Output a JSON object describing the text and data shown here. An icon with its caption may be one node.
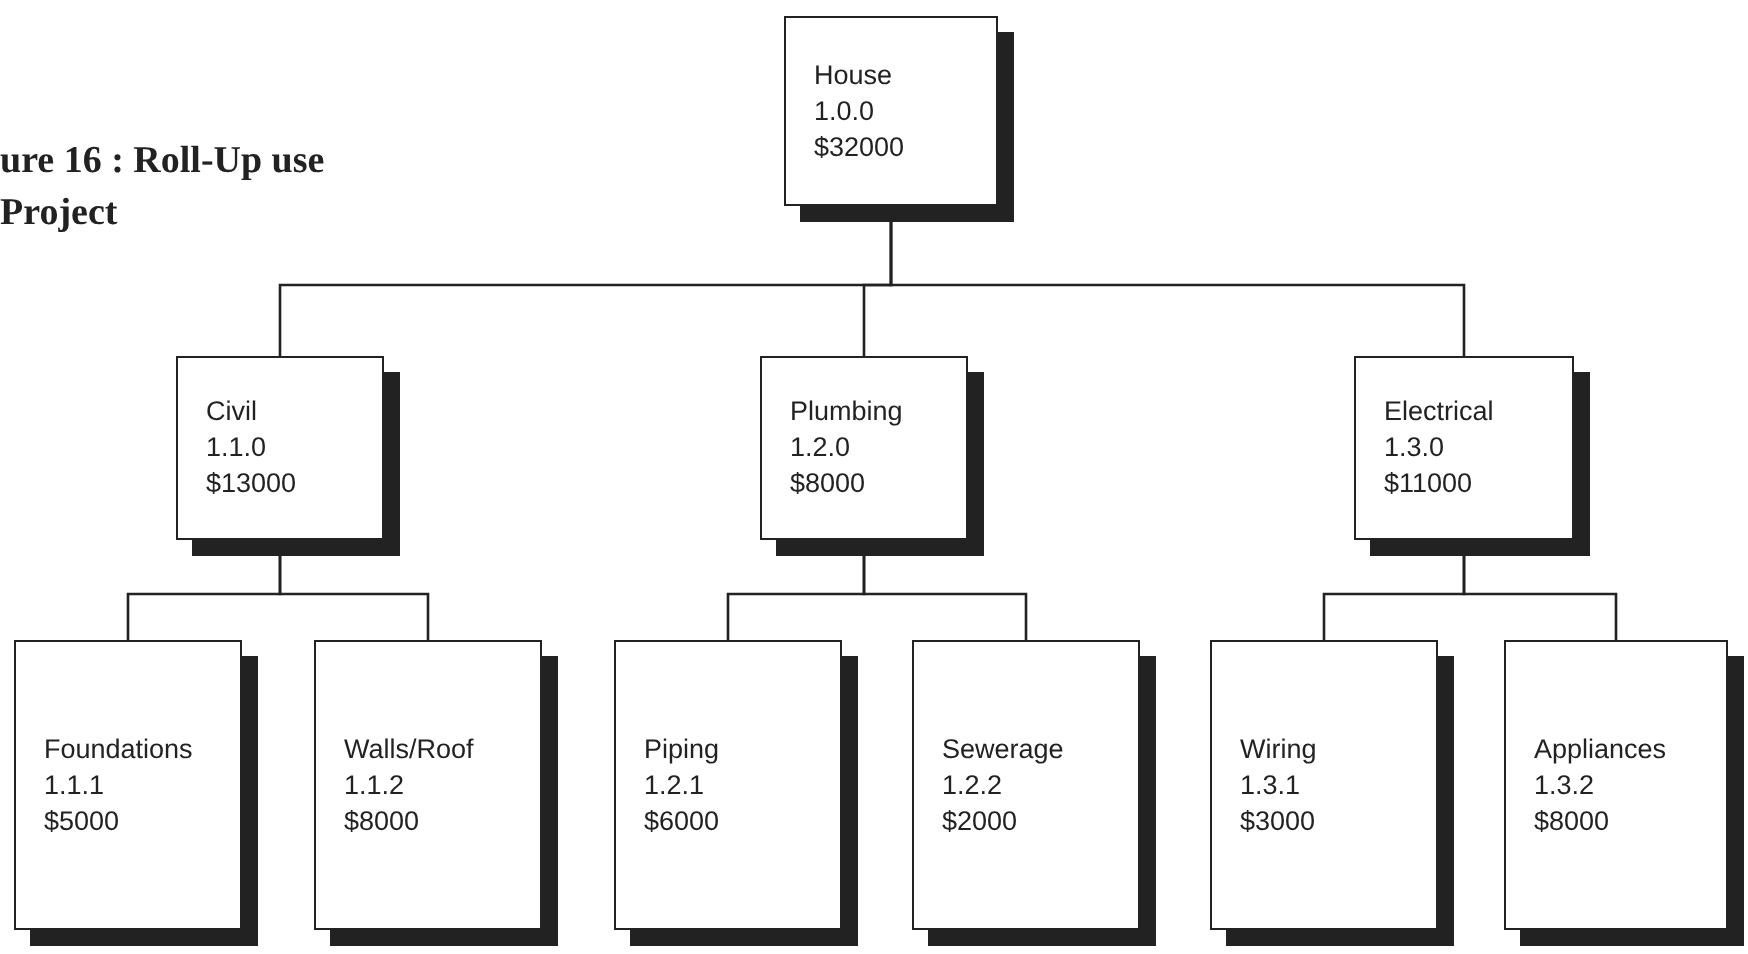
{
  "diagram": {
    "title": "ure 16 : Roll-Up use Project",
    "nodes": [
      {
        "text": [
          "House",
          "1.0.0",
          "$32000"
        ]
      },
      {
        "text": [
          "Civil",
          "1.1.0",
          "$13000"
        ]
      },
      {
        "text": [
          "Plumbing",
          "1.2.0",
          "$8000"
        ]
      },
      {
        "text": [
          "Electrical",
          "1.3.0",
          "$11000"
        ]
      },
      {
        "text": [
          "Foundations",
          "1.1.1",
          "$5000"
        ]
      },
      {
        "text": [
          "Walls/Roof",
          "1.1.2",
          "$8000"
        ]
      },
      {
        "text": [
          "Piping",
          "1.2.1",
          "$6000"
        ]
      },
      {
        "text": [
          "Sewerage",
          "1.2.2",
          "$2000"
        ]
      },
      {
        "text": [
          "Wiring",
          "1.3.1",
          "$3000"
        ]
      },
      {
        "text": [
          "Appliances",
          "1.3.2",
          "$8000"
        ]
      }
    ],
    "edges": [
      {
        "from": 0,
        "to": 1,
        "arrow": "none"
      },
      {
        "from": 0,
        "to": 2,
        "arrow": "none"
      },
      {
        "from": 0,
        "to": 3,
        "arrow": "none"
      },
      {
        "from": 1,
        "to": 4,
        "arrow": "none"
      },
      {
        "from": 1,
        "to": 5,
        "arrow": "none"
      },
      {
        "from": 2,
        "to": 6,
        "arrow": "none"
      },
      {
        "from": 2,
        "to": 7,
        "arrow": "none"
      },
      {
        "from": 3,
        "to": 8,
        "arrow": "none"
      },
      {
        "from": 3,
        "to": 9,
        "arrow": "none"
      }
    ]
  }
}
